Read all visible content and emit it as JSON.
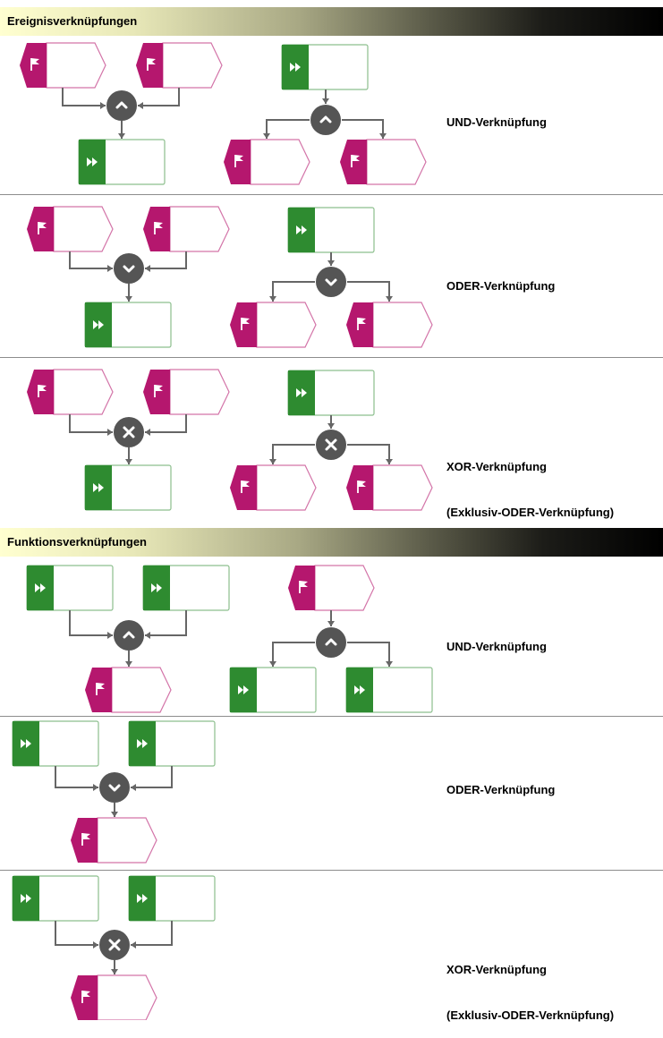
{
  "sections": {
    "events": {
      "title": "Ereignisverknüpfungen"
    },
    "functions": {
      "title": "Funktionsverknüpfungen"
    }
  },
  "labels": {
    "event_and": "UND-Verknüpfung",
    "event_or": "ODER-Verknüpfung",
    "event_xor_line1": "XOR-Verknüpfung",
    "event_xor_line2": "(Exklusiv-ODER-Verknüpfung)",
    "func_and": "UND-Verknüpfung",
    "func_or": "ODER-Verknüpfung",
    "func_xor_line1": "XOR-Verknüpfung",
    "func_xor_line2": "(Exklusiv-ODER-Verknüpfung)"
  },
  "colors": {
    "event": "#b5176e",
    "function": "#2e8b30",
    "connector": "#555555",
    "line": "#666666"
  },
  "icons": {
    "event": "flag-icon",
    "function": "fast-forward-icon",
    "and": "caret-up-icon",
    "or": "caret-down-icon",
    "xor": "cross-icon"
  }
}
